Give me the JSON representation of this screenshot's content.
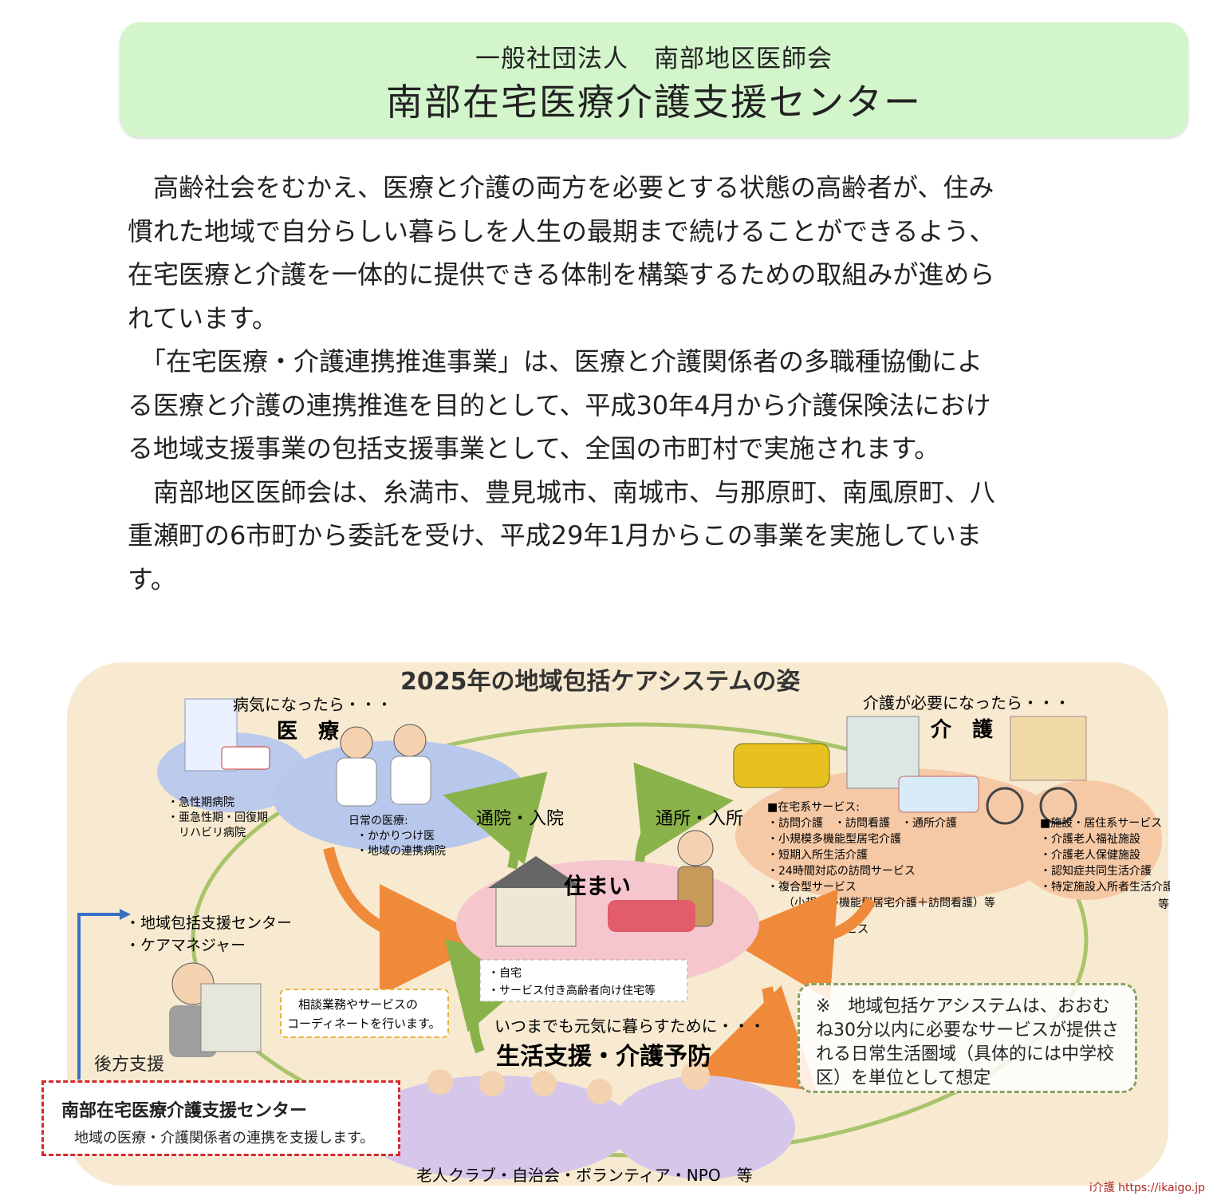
{
  "header": {
    "org": "一般社団法人　南部地区医師会",
    "center_name": "南部在宅医療介護支援センター"
  },
  "intro": [
    "　高齢社会をむかえ、医療と介護の両方を必要とする状態の高齢者が、住み慣れた地域で自分らしい暮らしを人生の最期まで続けることができるよう、在宅医療と介護を一体的に提供できる体制を構築するための取組みが進められています。",
    "　「在宅医療・介護連携推進事業」は、医療と介護関係者の多職種協働による医療と介護の連携推進を目的として、平成30年4月から介護保険法における地域支援事業の包括支援事業として、全国の市町村で実施されます。",
    "　南部地区医師会は、糸満市、豊見城市、南城市、与那原町、南風原町、八重瀬町の6市町から委託を受け、平成29年1月からこの事業を実施しています。"
  ],
  "diagram": {
    "title": "2025年の地域包括ケアシステムの姿",
    "medical": {
      "lead": "病気になったら・・・",
      "label": "医　療",
      "hospitals": [
        "・急性期病院",
        "・亜急性期・回復期",
        "　リハビリ病院"
      ],
      "daily": [
        "日常の医療:",
        "・かかりつけ医",
        "・地域の連携病院"
      ]
    },
    "care": {
      "lead": "介護が必要になったら・・・",
      "label": "介　護",
      "home_services": [
        "■在宅系サービス:",
        "・訪問介護　・訪問看護　・通所介護",
        "・小規模多機能型居宅介護",
        "・短期入所生活介護",
        "・24時間対応の訪問サービス",
        "・複合型サービス",
        "（小規模多機能型居宅介護＋訪問看護）等",
        "■介護予防サービス"
      ],
      "facility_services": [
        "■施設・居住系サービス",
        "・介護老人福祉施設",
        "・介護老人保健施設",
        "・認知症共同生活介護",
        "・特定施設入所者生活介護",
        "等"
      ]
    },
    "arrow_left": "通院・入院",
    "arrow_right": "通所・入所",
    "home": {
      "label": "住まい",
      "items": [
        "・自宅",
        "・サービス付き高齢者向け住宅等"
      ]
    },
    "support": {
      "centers": [
        "・地域包括支援センター",
        "・ケアマネジャー"
      ],
      "bubble": [
        "相談業務やサービスの",
        "コーディネートを行います。"
      ]
    },
    "prevention": {
      "lead": "いつまでも元気に暮らすために・・・",
      "label": "生活支援・介護予防",
      "bottom": "老人クラブ・自治会・ボランティア・NPO　等"
    },
    "note": "※　地域包括ケアシステムは、おおむね30分以内に必要なサービスが提供される日常生活圏域（具体的には中学校区）を単位として想定",
    "kouhou": "後方支援",
    "backup_title": "南部在宅医療介護支援センター",
    "backup_sub": "地域の医療・介護関係者の連携を支援します。"
  },
  "footer": "i介護 https://ikaigo.jp",
  "colors": {
    "header_bg": "#d3f5cc",
    "diagram_bg": "#f7ead0",
    "medical_bubble": "#b8c8ec",
    "care_bubble": "#f6c9a6",
    "home_bubble": "#f5c6ce",
    "prevention_bubble": "#d6c6ea",
    "arrow_orange": "#ef8a3a",
    "arrow_green": "#8ab24a",
    "support_arrow": "#3a6fc4",
    "dashed_red": "#d42a2a"
  }
}
